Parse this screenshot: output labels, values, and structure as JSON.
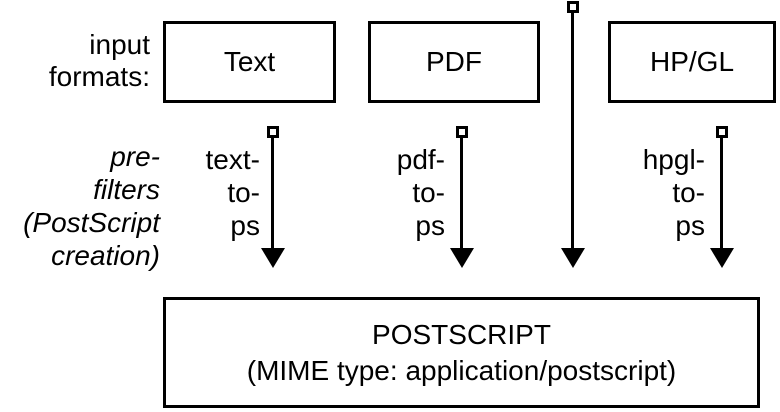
{
  "diagram": {
    "colors": {
      "background": "#ffffff",
      "stroke": "#000000",
      "text": "#000000"
    },
    "side_labels": {
      "input_formats": "input\nformats:",
      "pre_filters": "pre-\nfilters\n(PostScript\ncreation)"
    },
    "input_boxes": [
      {
        "id": "text",
        "label": "Text"
      },
      {
        "id": "pdf",
        "label": "PDF"
      },
      {
        "id": "hpgl",
        "label": "HP/GL"
      }
    ],
    "filter_labels": [
      {
        "id": "texttops",
        "label": "text-\nto-\nps"
      },
      {
        "id": "pdftops",
        "label": "pdf-\nto-\nps"
      },
      {
        "id": "hpgltops",
        "label": "hpgl-\nto-\nps"
      }
    ],
    "output_box": {
      "title": "POSTSCRIPT",
      "subtitle": "(MIME type: application/postscript)"
    }
  }
}
